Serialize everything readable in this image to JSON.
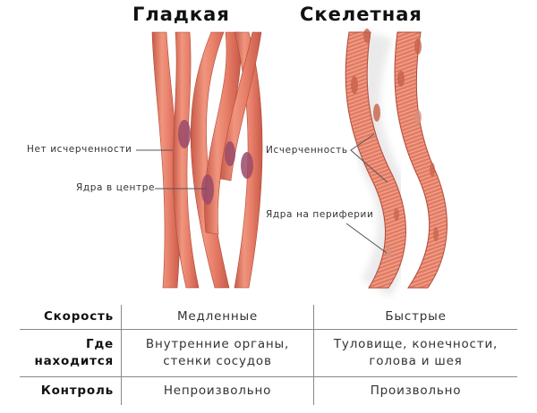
{
  "titles": {
    "smooth": "Гладкая",
    "skeletal": "Скелетная"
  },
  "annotations": {
    "smooth": [
      {
        "text": "Нет исчерченности"
      },
      {
        "text": "Ядра в центре"
      }
    ],
    "skeletal": [
      {
        "text": "Исчерченность"
      },
      {
        "text": "Ядра на периферии"
      }
    ]
  },
  "colors": {
    "fiber": "#e8806a",
    "fiber_dark": "#c85a48",
    "fiber_light": "#f4aa95",
    "nucleus_smooth": "#9a4a6a",
    "nucleus_skeletal": "#c8604a",
    "line": "#888888"
  },
  "table": {
    "rows": [
      {
        "header": "Скорость",
        "smooth": [
          "Медленные"
        ],
        "skeletal": [
          "Быстрые"
        ]
      },
      {
        "header": [
          "Где",
          "находится"
        ],
        "smooth": [
          "Внутренние органы,",
          "стенки сосудов"
        ],
        "skeletal": [
          "Туловище, конечности,",
          "голова и шея"
        ]
      },
      {
        "header": "Контроль",
        "smooth": [
          "Непроизвольно"
        ],
        "skeletal": [
          "Произвольно"
        ]
      }
    ]
  }
}
